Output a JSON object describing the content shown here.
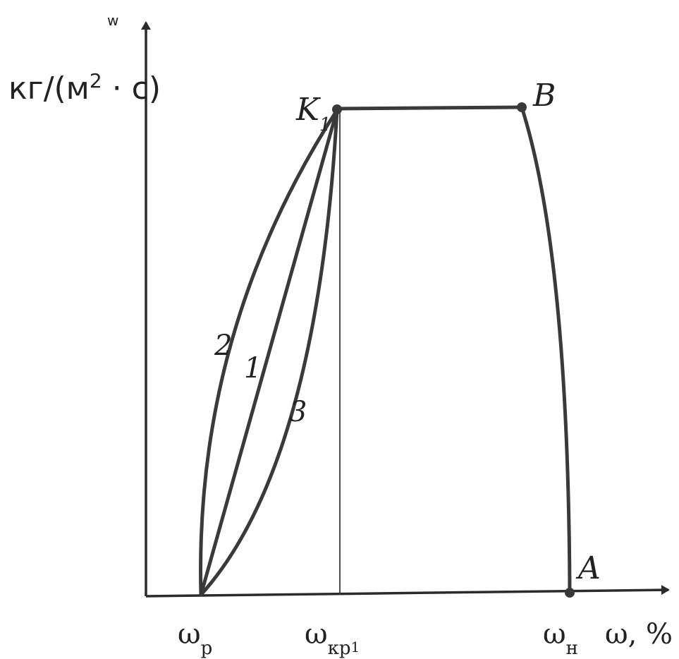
{
  "y_axis": {
    "symbol": "w",
    "unit_main": "кг/(м",
    "unit_sup": "2",
    "unit_tail": " · с)"
  },
  "x_axis": {
    "unit": "ω, %"
  },
  "ticks": {
    "wp_main": "ω",
    "wp_sub": "р",
    "wkr_main": "ω",
    "wkr_sub": "кр",
    "wkr_subsub": "1",
    "wn_main": "ω",
    "wn_sub": "н"
  },
  "points": {
    "k1_main": "K",
    "k1_sub": "1",
    "b": "B",
    "a": "A"
  },
  "curves": {
    "c1": "1",
    "c2": "2",
    "c3": "3"
  },
  "colors": {
    "ink": "#3a3a3a",
    "background": "#ffffff"
  }
}
